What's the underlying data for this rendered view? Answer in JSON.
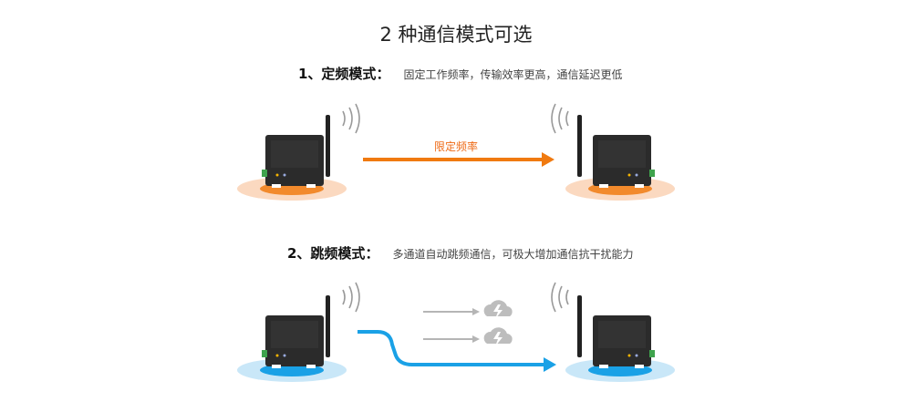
{
  "title": "2 种通信模式可选",
  "modes": [
    {
      "head": "1、定频模式：",
      "desc": "固定工作频率，传输效率更高，通信延迟更低",
      "arrow_label": "限定频率",
      "accent": "#f07a10",
      "halo": "#fbd9c0"
    },
    {
      "head": "2、跳频模式：",
      "desc": "多通道自动跳频通信，可极大增加通信抗干扰能力",
      "accent": "#1aa1e6",
      "halo": "#c9e7f8"
    }
  ],
  "icons": [
    "signal-waves-icon",
    "antenna-icon",
    "cloud-lightning-icon",
    "arrow-icon"
  ]
}
